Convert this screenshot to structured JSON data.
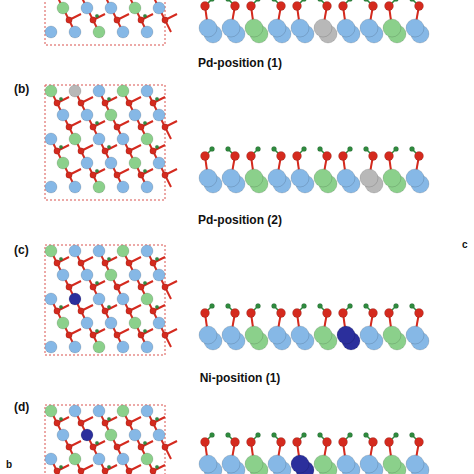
{
  "diagram": {
    "labels": [
      "Pd-position (1)",
      "(b)",
      "Pd-position (2)",
      "(c)",
      "Ni-position (1)",
      "(d)",
      "b",
      "c"
    ]
  }
}
